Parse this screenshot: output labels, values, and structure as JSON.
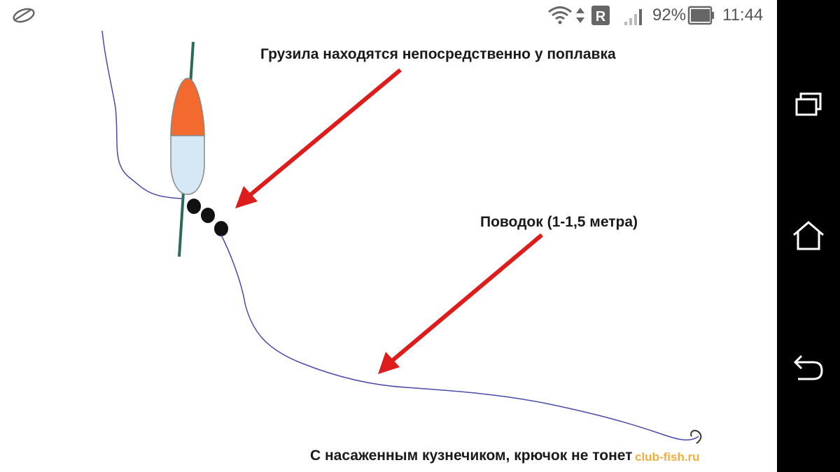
{
  "status_bar": {
    "battery_percent": "92%",
    "time": "11:44",
    "roaming_badge": "R",
    "icons": [
      "app-notification-icon",
      "wifi-icon",
      "data-arrows-icon",
      "roaming-icon",
      "signal-icon",
      "battery-icon"
    ]
  },
  "nav_bar": {
    "buttons": [
      "recents-icon",
      "home-icon",
      "back-icon"
    ]
  },
  "diagram": {
    "labels": {
      "weights": "Грузила находятся непосредственно у поплавка",
      "leader": "Поводок (1-1,5 метра)",
      "hook": "С насаженным кузнечиком, крючок не тонет"
    },
    "watermark": "club-fish.ru",
    "colors": {
      "float_top": "#f26a2e",
      "float_bottom": "#d6e8f5",
      "rod": "#2a6b5a",
      "line": "#4a4aa8",
      "arrow": "#dd1c1c",
      "weights": "#111111"
    }
  }
}
